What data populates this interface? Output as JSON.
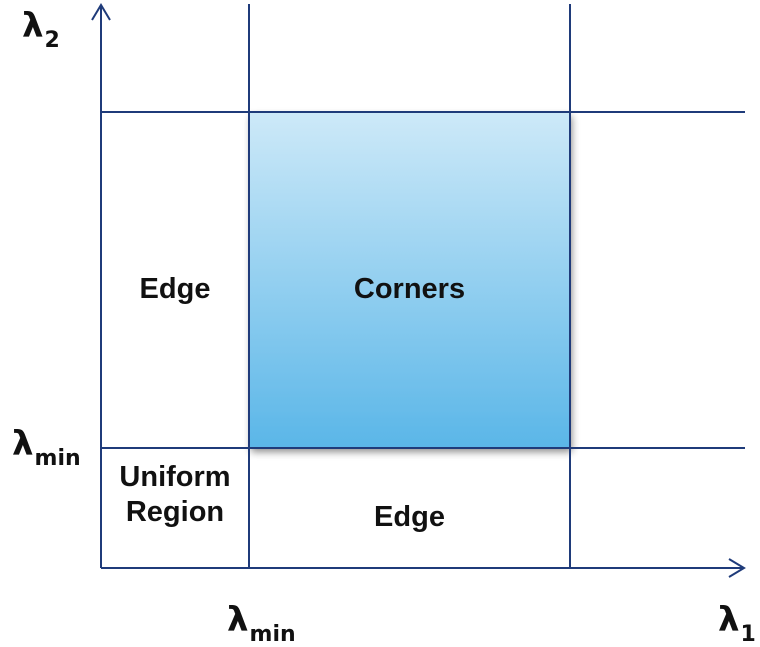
{
  "regions": {
    "corners": "Corners",
    "edge_left": "Edge",
    "edge_bottom": "Edge",
    "uniform_line1": "Uniform",
    "uniform_line2": "Region"
  },
  "axes": {
    "y_symbol": "λ",
    "y_sub": "2",
    "x_symbol": "λ",
    "x_sub": "1",
    "y_threshold_symbol": "λ",
    "y_threshold_sub": "min",
    "x_threshold_symbol": "λ",
    "x_threshold_sub": "min"
  },
  "colors": {
    "line": "#1f3b7a",
    "corner_top": "#cde9f8",
    "corner_bottom": "#5ab6e8"
  }
}
